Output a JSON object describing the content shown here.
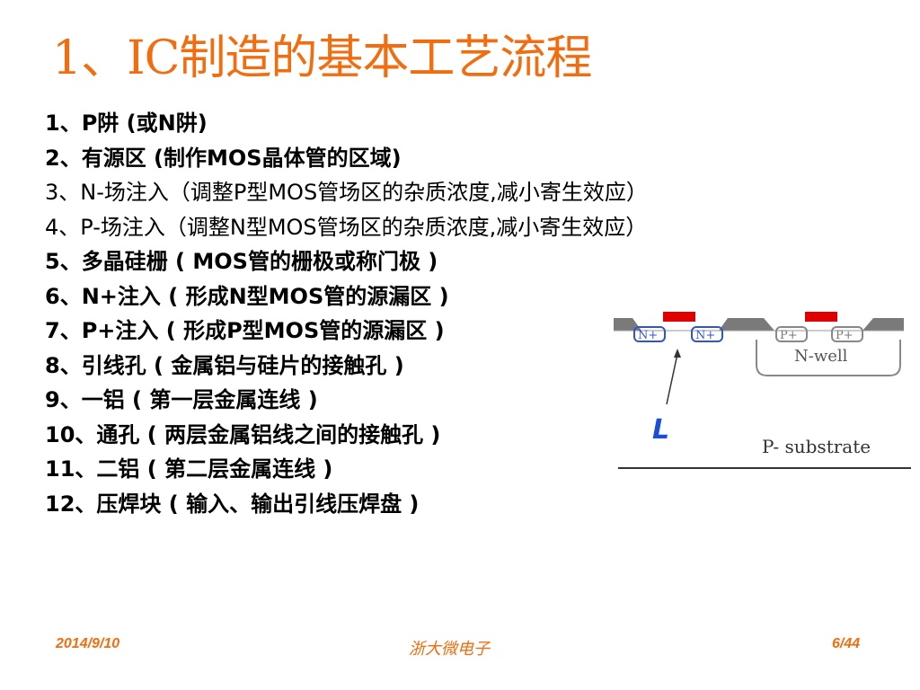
{
  "title": "1、IC制造的基本工艺流程",
  "steps": [
    {
      "text": "1、P阱 (或N阱)",
      "bold": true
    },
    {
      "text": "2、有源区 (制作MOS晶体管的区域)",
      "bold": true
    },
    {
      "text": "3、N-场注入（调整P型MOS管场区的杂质浓度,减小寄生效应）",
      "bold": false
    },
    {
      "text": "4、P-场注入（调整N型MOS管场区的杂质浓度,减小寄生效应）",
      "bold": false
    },
    {
      "text": "5、多晶硅栅 ( MOS管的栅极或称门极 )",
      "bold": true
    },
    {
      "text": "6、N+注入 ( 形成N型MOS管的源漏区 )",
      "bold": true
    },
    {
      "text": "7、P+注入 ( 形成P型MOS管的源漏区 )",
      "bold": true
    },
    {
      "text": "8、引线孔 ( 金属铝与硅片的接触孔 )",
      "bold": true
    },
    {
      "text": "9、一铝 ( 第一层金属连线 )",
      "bold": true
    },
    {
      "text": "10、通孔 ( 两层金属铝线之间的接触孔 )",
      "bold": true
    },
    {
      "text": "11、二铝 ( 第二层金属连线 )",
      "bold": true
    },
    {
      "text": "12、压焊块 ( 输入、输出引线压焊盘 )",
      "bold": true
    }
  ],
  "figure": {
    "labels": {
      "n_plus_left": "N+",
      "n_plus_right": "N+",
      "p_plus_left": "P+",
      "p_plus_right": "P+",
      "n_well": "N-well",
      "l_marker": "L",
      "substrate": "P- substrate"
    },
    "colors": {
      "field_oxide": "#7a7a7a",
      "gate": "#e00000",
      "n_region": "#3355cc",
      "p_region": "#888888",
      "l_marker": "#1a4fd6"
    }
  },
  "footer": {
    "date": "2014/9/10",
    "org": "浙大微电子",
    "page": "6/44"
  },
  "colors": {
    "accent": "#f26d0f"
  }
}
